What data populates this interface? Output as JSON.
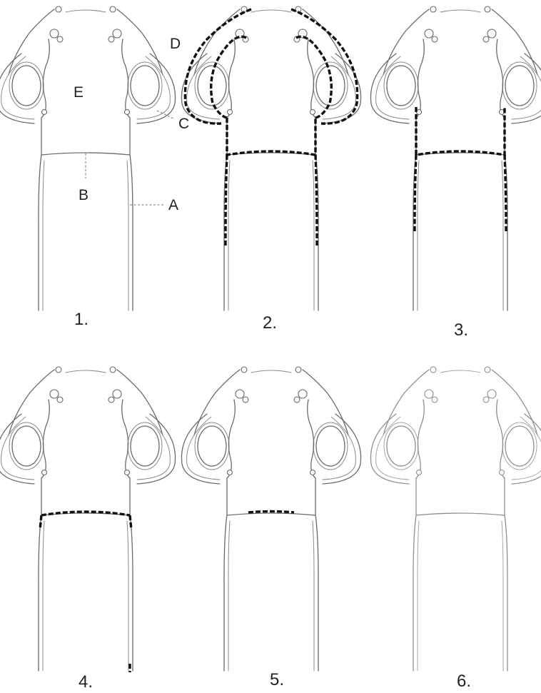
{
  "figures": [
    {
      "id": "1",
      "caption": "1."
    },
    {
      "id": "2",
      "caption": "2."
    },
    {
      "id": "3",
      "caption": "3."
    },
    {
      "id": "4",
      "caption": "4."
    },
    {
      "id": "5",
      "caption": "5."
    },
    {
      "id": "6",
      "caption": "6."
    }
  ],
  "labels": {
    "A": "A",
    "B": "B",
    "C": "C",
    "D": "D",
    "E": "E"
  }
}
